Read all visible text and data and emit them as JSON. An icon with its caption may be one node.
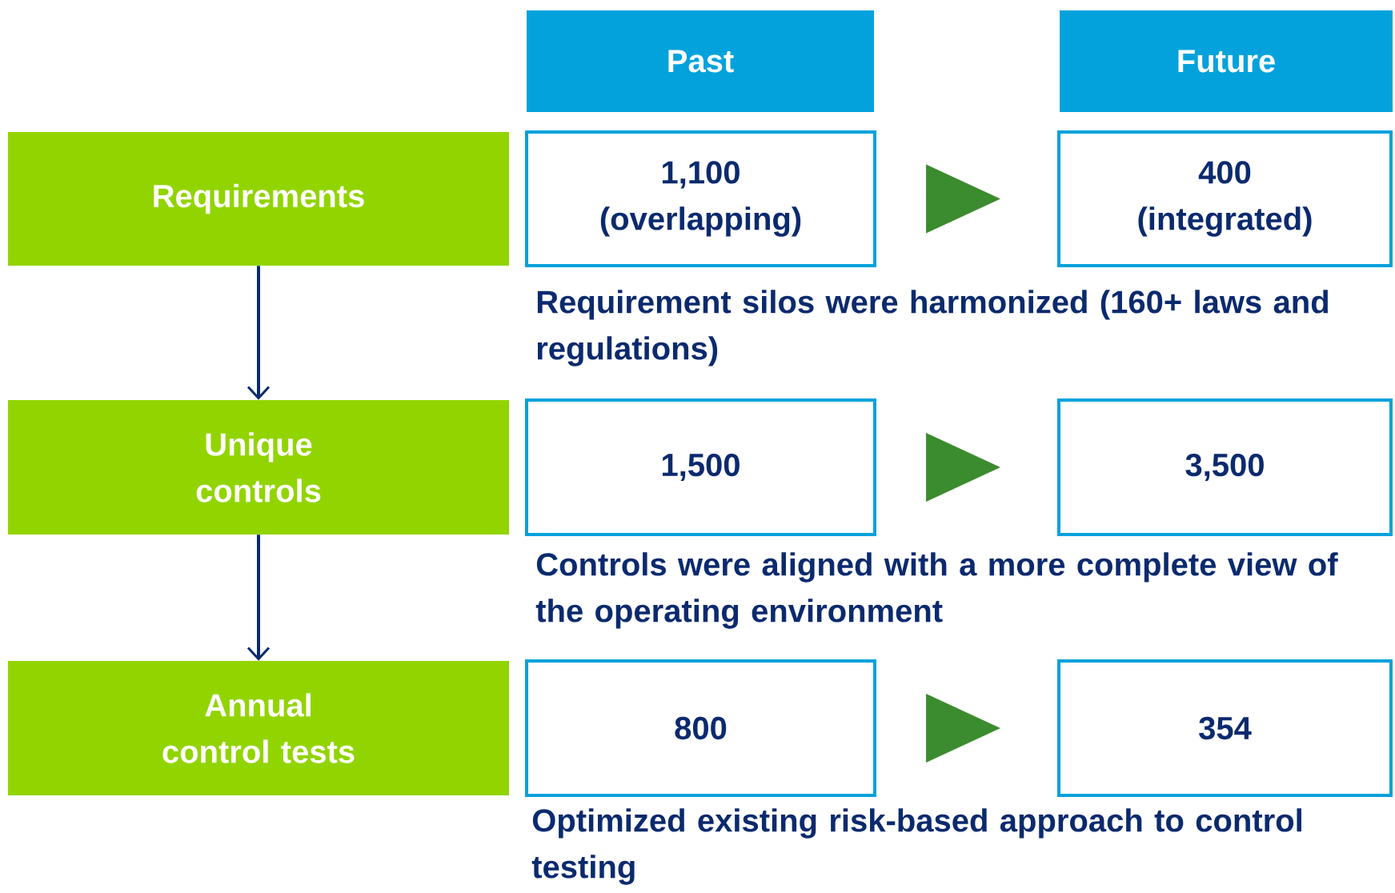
{
  "diagram": {
    "nodes": [
      {
        "text": [
          "Past"
        ]
      },
      {
        "text": [
          "Future"
        ]
      },
      {
        "text": [
          "Requirements"
        ]
      },
      {
        "text": [
          "1,100",
          "(overlapping)"
        ]
      },
      {
        "text": [
          "400",
          "(integrated)"
        ]
      },
      {
        "text": [
          "Unique controls"
        ]
      },
      {
        "text": [
          "1,500"
        ]
      },
      {
        "text": [
          "3,500"
        ]
      },
      {
        "text": [
          "Annual control tests"
        ]
      },
      {
        "text": [
          "800"
        ]
      },
      {
        "text": [
          "354"
        ]
      }
    ],
    "edges": [
      {
        "from": 2,
        "to": 5,
        "arrow": "to"
      },
      {
        "from": 5,
        "to": 8,
        "arrow": "to"
      },
      {
        "from": 3,
        "to": 4,
        "arrow": "to",
        "style": "thick",
        "color": "#3b8c2e"
      },
      {
        "from": 6,
        "to": 7,
        "arrow": "to",
        "style": "thick",
        "color": "#3b8c2e"
      },
      {
        "from": 9,
        "to": 10,
        "arrow": "to",
        "style": "thick",
        "color": "#3b8c2e"
      }
    ],
    "labels": [
      "Requirement silos were harmonized (160+ laws and regulations)",
      "Controls were aligned with a more complete view of the operating environment",
      "Optimized existing risk-based approach to control testing"
    ]
  }
}
